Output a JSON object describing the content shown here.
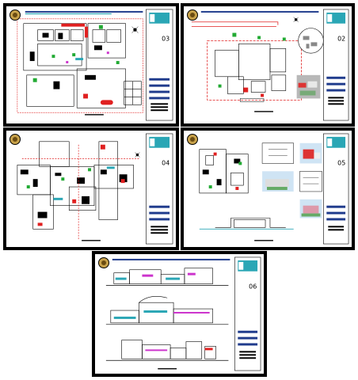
{
  "sheets": [
    {
      "id": "sheet-03",
      "number": "03",
      "kind": "floor-plan-overall"
    },
    {
      "id": "sheet-02",
      "number": "02",
      "kind": "site-plan"
    },
    {
      "id": "sheet-04",
      "number": "04",
      "kind": "floor-plan-detail"
    },
    {
      "id": "sheet-05",
      "number": "05",
      "kind": "plans-and-renders"
    },
    {
      "id": "sheet-06",
      "number": "06",
      "kind": "elevations"
    }
  ],
  "colors": {
    "border": "#000000",
    "titlebar_blue": "#1f3b8c",
    "titlebar_teal": "#2aa6b5",
    "accent_red": "#e02020",
    "accent_green": "#22aa33",
    "accent_magenta": "#cc33cc",
    "logo_gold": "#c8a24a"
  }
}
